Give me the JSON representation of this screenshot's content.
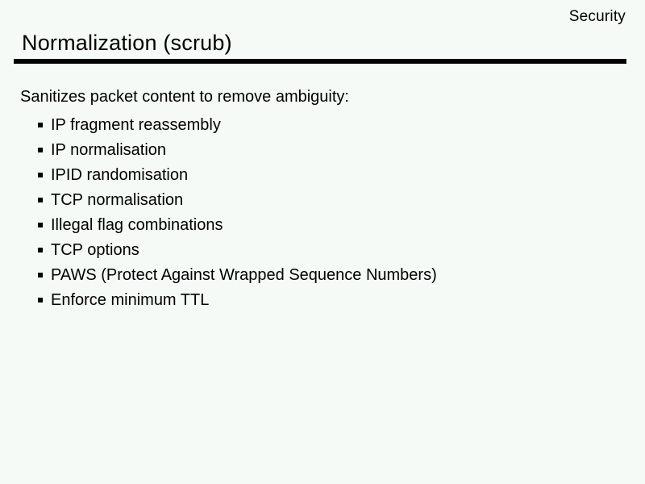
{
  "slide": {
    "corner_label": "Security",
    "title": "Normalization (scrub)",
    "intro": "Sanitizes packet content to remove ambiguity:",
    "bullets": [
      "IP fragment reassembly",
      "IP normalisation",
      "IPID randomisation",
      "TCP normalisation",
      "Illegal flag combinations",
      "TCP options",
      "PAWS (Protect Against Wrapped Sequence Numbers)",
      "Enforce minimum TTL"
    ],
    "colors": {
      "background": "#f5faf6",
      "text": "#000000",
      "rule": "#000000"
    }
  }
}
